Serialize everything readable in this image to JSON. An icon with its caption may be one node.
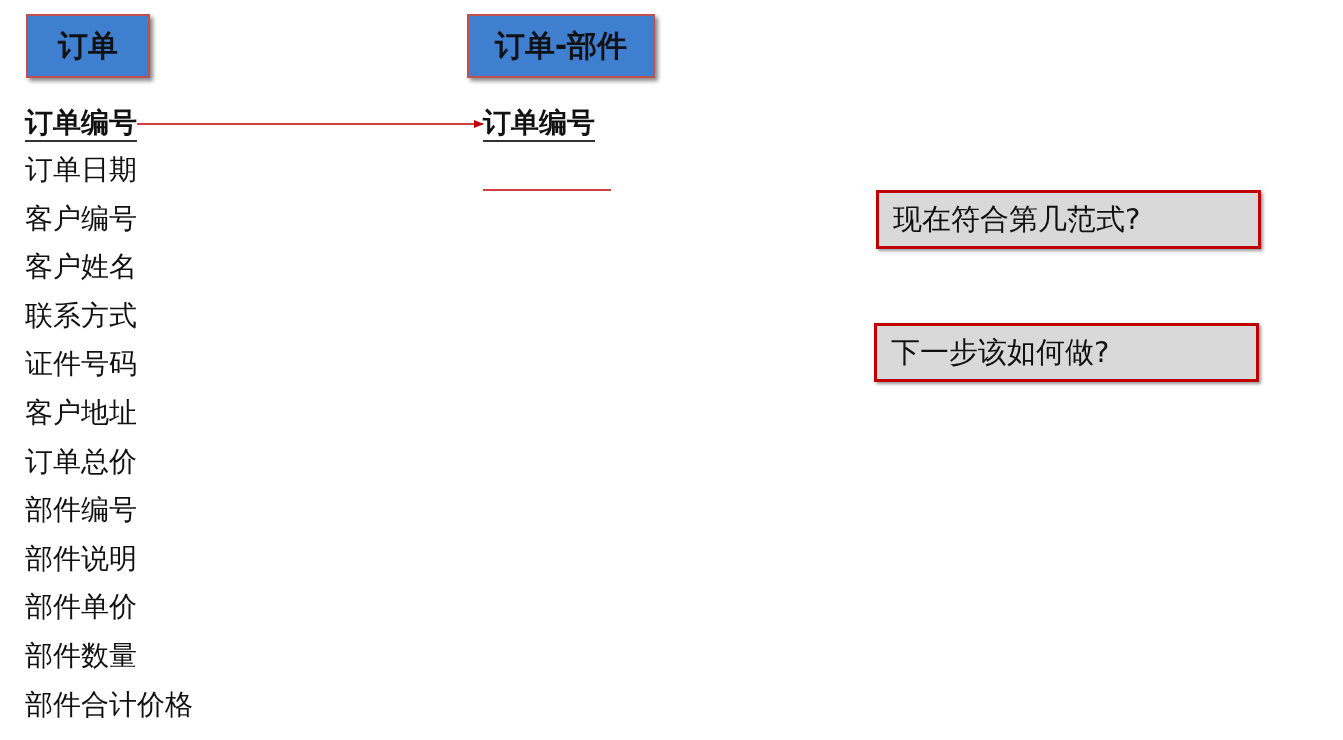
{
  "diagram": {
    "nodes": [
      {
        "text": [
          "订单"
        ]
      },
      {
        "text": [
          "订单-部件"
        ]
      },
      {
        "text": [
          "订单编号"
        ]
      },
      {
        "text": [
          "订单编号"
        ]
      },
      {
        "text": [
          "现在符合第几范式?"
        ]
      },
      {
        "text": [
          "下一步该如何做?"
        ]
      }
    ],
    "edges": [
      {
        "from": 2,
        "to": 3,
        "arrow": "to"
      }
    ],
    "labels": [
      "订单日期",
      "客户编号",
      "客户姓名",
      "联系方式",
      "证件号码",
      "客户地址",
      "订单总价",
      "部件编号",
      "部件说明",
      "部件单价",
      "部件数量",
      "部件合计价格"
    ]
  }
}
